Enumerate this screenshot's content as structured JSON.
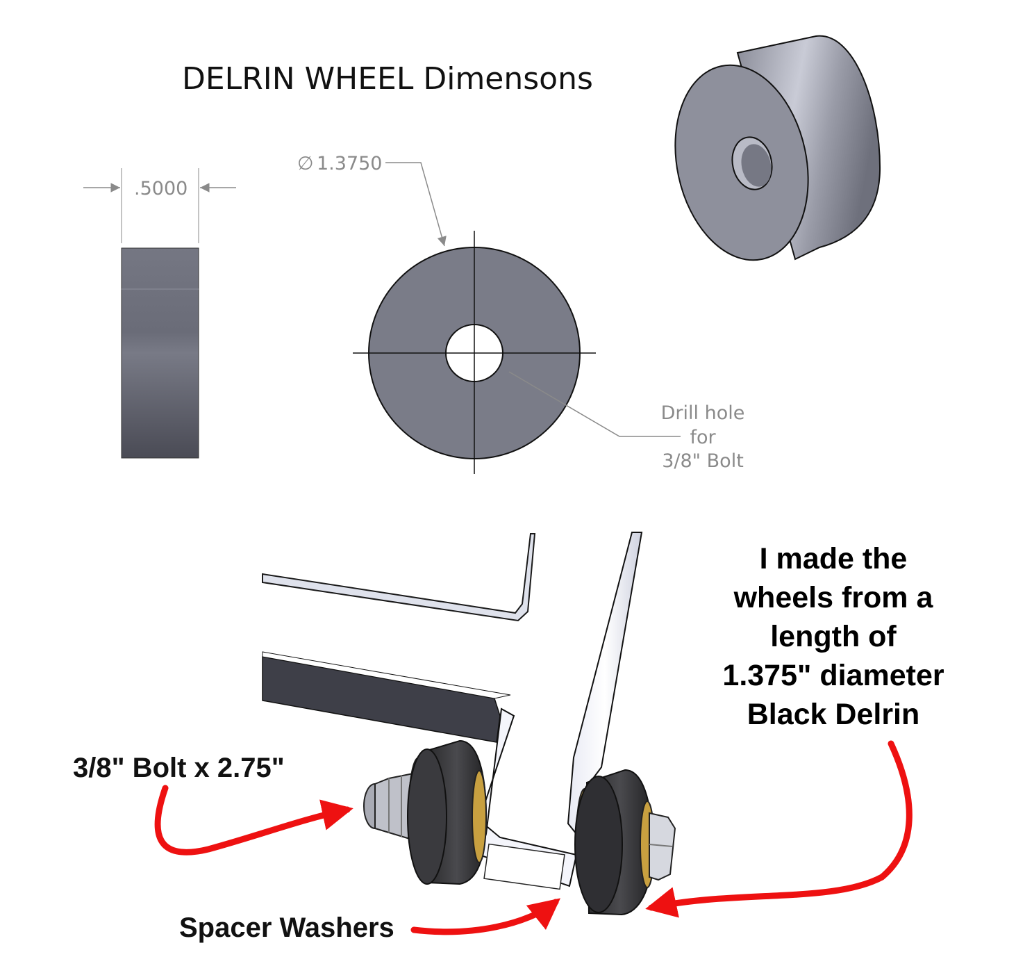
{
  "drawing": {
    "title": "DELRIN WHEEL Dimensons",
    "width_dim": ".5000",
    "diameter_dim": "1.3750",
    "diameter_symbol": "∅",
    "drill_note": [
      "Drill hole",
      "for",
      "3/8\" Bolt"
    ]
  },
  "assembly": {
    "callout": [
      "I made the",
      "wheels from a",
      "length of",
      "1.375\" diameter",
      "Black Delrin"
    ],
    "bolt_label": "3/8\" Bolt x 2.75\"",
    "washer_label": "Spacer Washers"
  },
  "colors": {
    "wheel_face": "#7a7c88",
    "wheel_dark": "#4a4b54",
    "arrow": "#ee1111",
    "frame": "#ffffff",
    "washer": "#c8a040"
  }
}
